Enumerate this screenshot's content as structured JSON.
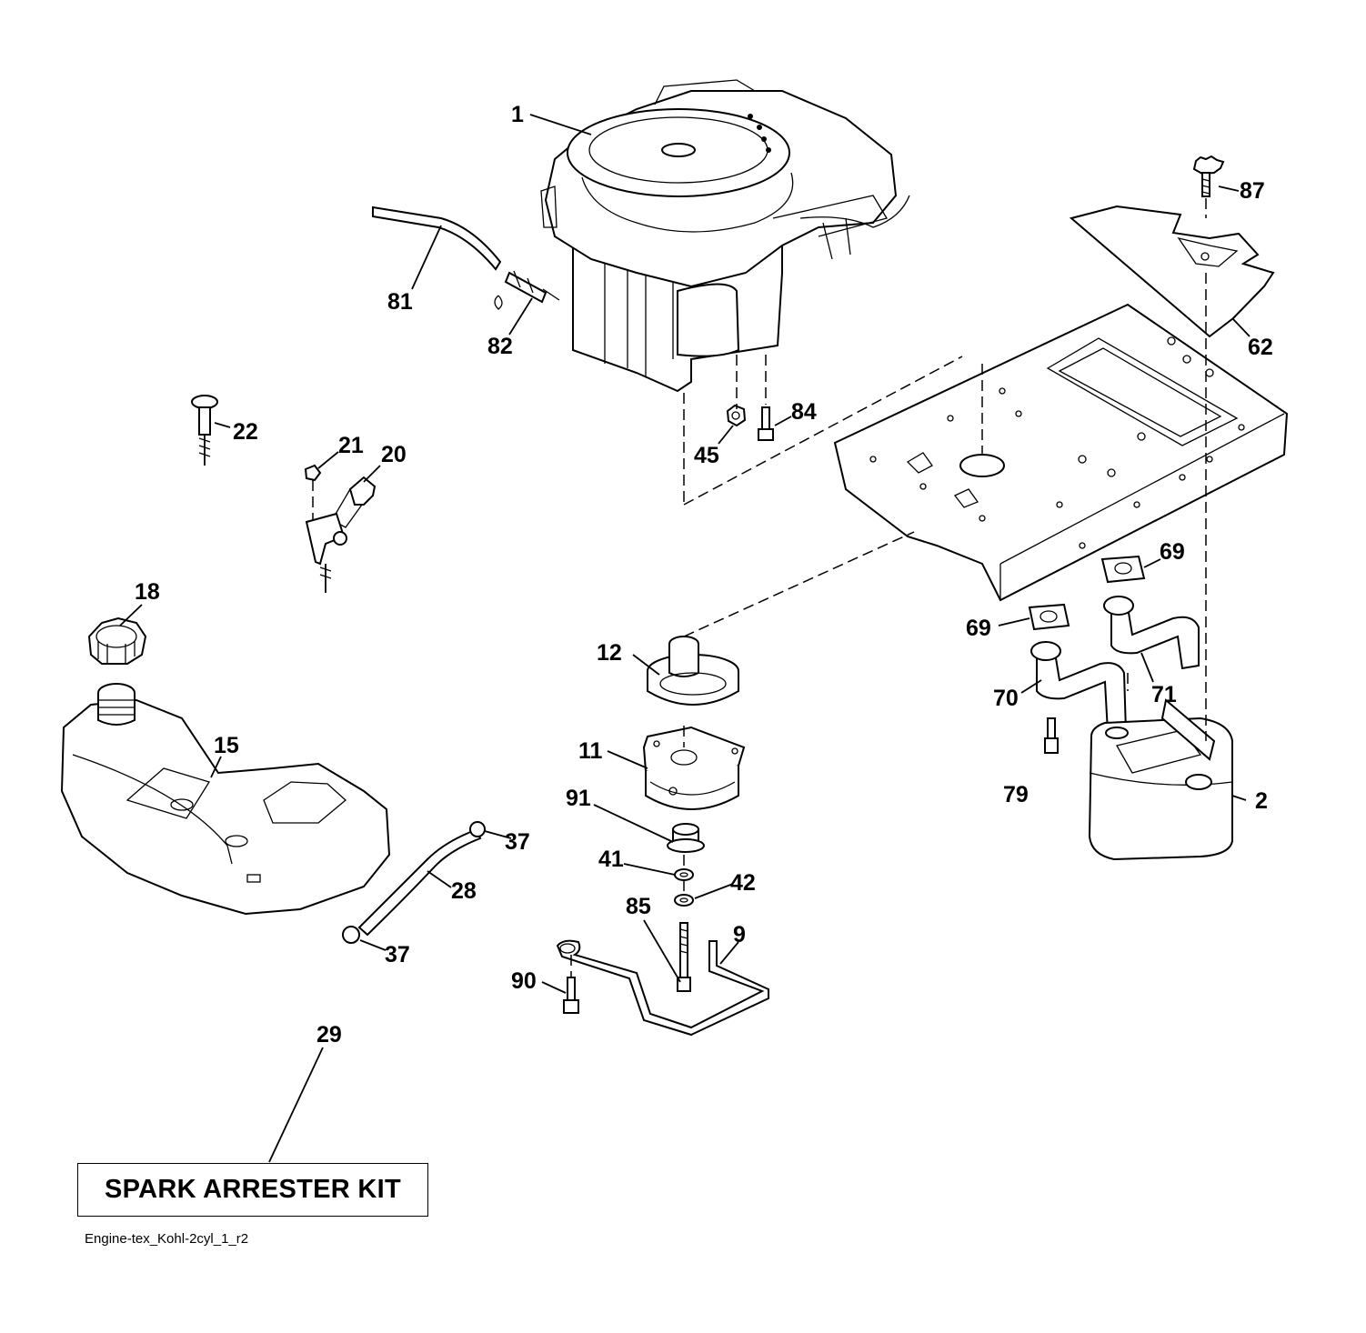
{
  "labels": {
    "p1": "1",
    "p87": "87",
    "p81": "81",
    "p82": "82",
    "p62": "62",
    "p84": "84",
    "p45": "45",
    "p22": "22",
    "p21": "21",
    "p20": "20",
    "p69a": "69",
    "p69b": "69",
    "p18": "18",
    "p12": "12",
    "p70": "70",
    "p71": "71",
    "p11": "11",
    "p15": "15",
    "p79": "79",
    "p2": "2",
    "p91": "91",
    "p37a": "37",
    "p28": "28",
    "p41": "41",
    "p42": "42",
    "p85": "85",
    "p9": "9",
    "p37b": "37",
    "p90": "90",
    "p29": "29"
  },
  "kit_label": "SPARK ARRESTER KIT",
  "footer_code": "Engine-tex_Kohl-2cyl_1_r2"
}
